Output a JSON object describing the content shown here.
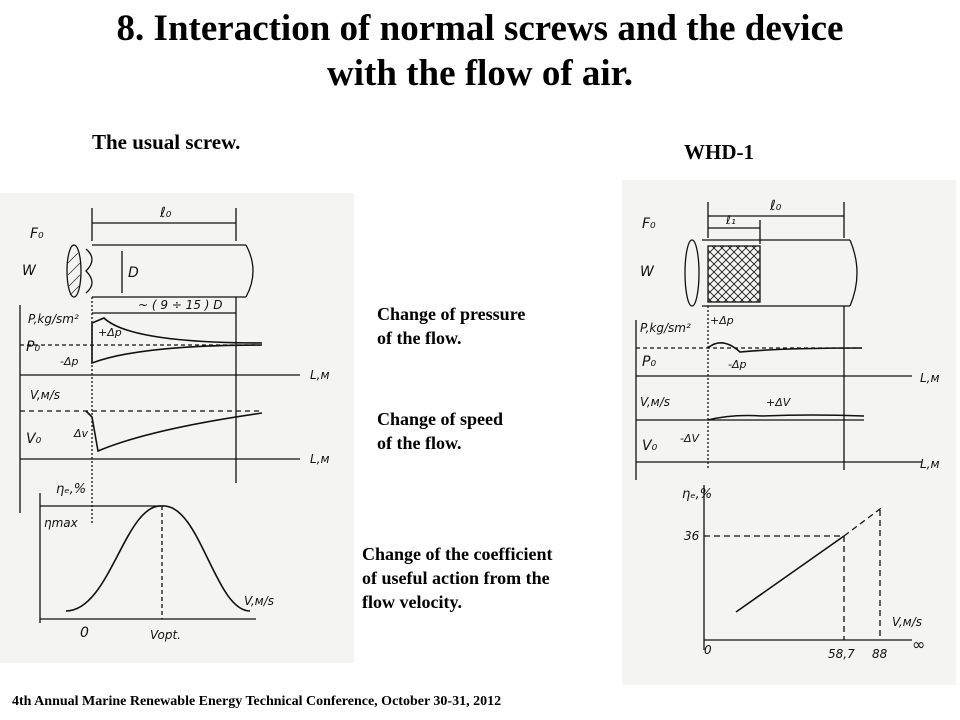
{
  "title": {
    "line1": "8. Interaction of normal screws and the device",
    "line2": "with the flow of air."
  },
  "left_label": "The usual screw.",
  "right_label": "WHD-1",
  "notes": {
    "pressure": [
      "Change of pressure",
      "of the flow."
    ],
    "speed": [
      "Change of speed",
      "of the flow."
    ],
    "coef": [
      "Change of the coefficient",
      "of useful action from the",
      "flow velocity."
    ]
  },
  "footer": "4th Annual Marine Renewable Energy Technical Conference, October 30-31, 2012",
  "left_diagram": {
    "l0": "ℓ₀",
    "F0": "F₀",
    "W": "W",
    "D": "D",
    "ratio": "~ ( 9 ÷ 15 ) D",
    "p_axis": "P,kg/sm²",
    "plus_dp": "+Δp",
    "minus_dp": "-Δp",
    "P0": "P₀",
    "L_axis": "L,м",
    "v_axis": "V,м/s",
    "dv": "Δv",
    "V0": "V₀",
    "eta_axis": "ηₑ,%",
    "eta_max": "ηmax",
    "v_axis2": "V,м/s",
    "origin": "0",
    "v_opt": "Vopt."
  },
  "right_diagram": {
    "F0": "F₀",
    "W": "W",
    "l1": "ℓ₁",
    "l0": "ℓ₀",
    "p_axis": "P,kg/sm²",
    "plus_dp": "+Δp",
    "minus_dp": "-Δp",
    "P0": "P₀",
    "L_axis": "L,м",
    "v_axis": "V,м/s",
    "plus_dv": "+ΔV",
    "minus_dv": "-ΔV",
    "V0": "V₀",
    "eta_axis": "ηₑ,%",
    "tick_36": "36",
    "origin": "0",
    "tick_587": "58,7",
    "tick_88": "88",
    "infinity": "∞",
    "v_axis2": "V,м/s"
  }
}
